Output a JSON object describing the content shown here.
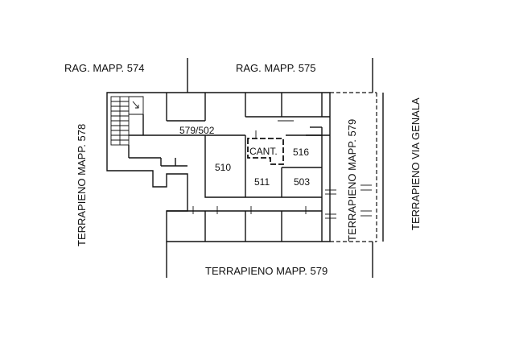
{
  "labels": {
    "rag_574": "RAG. MAPP. 574",
    "rag_575": "RAG. MAPP. 575",
    "terrapieno_578": "TERRAPIENO MAPP. 578",
    "terrapieno_579_right": "TERRAPIENO MAPP. 579",
    "terrapieno_579_bottom": "TERRAPIENO MAPP. 579",
    "terrapieno_via_genala": "TERRAPIENO VIA GENALA",
    "corridor_579_502": "579/502",
    "cant": "CANT.",
    "room_510": "510",
    "room_511": "511",
    "room_503": "503",
    "room_516": "516"
  }
}
